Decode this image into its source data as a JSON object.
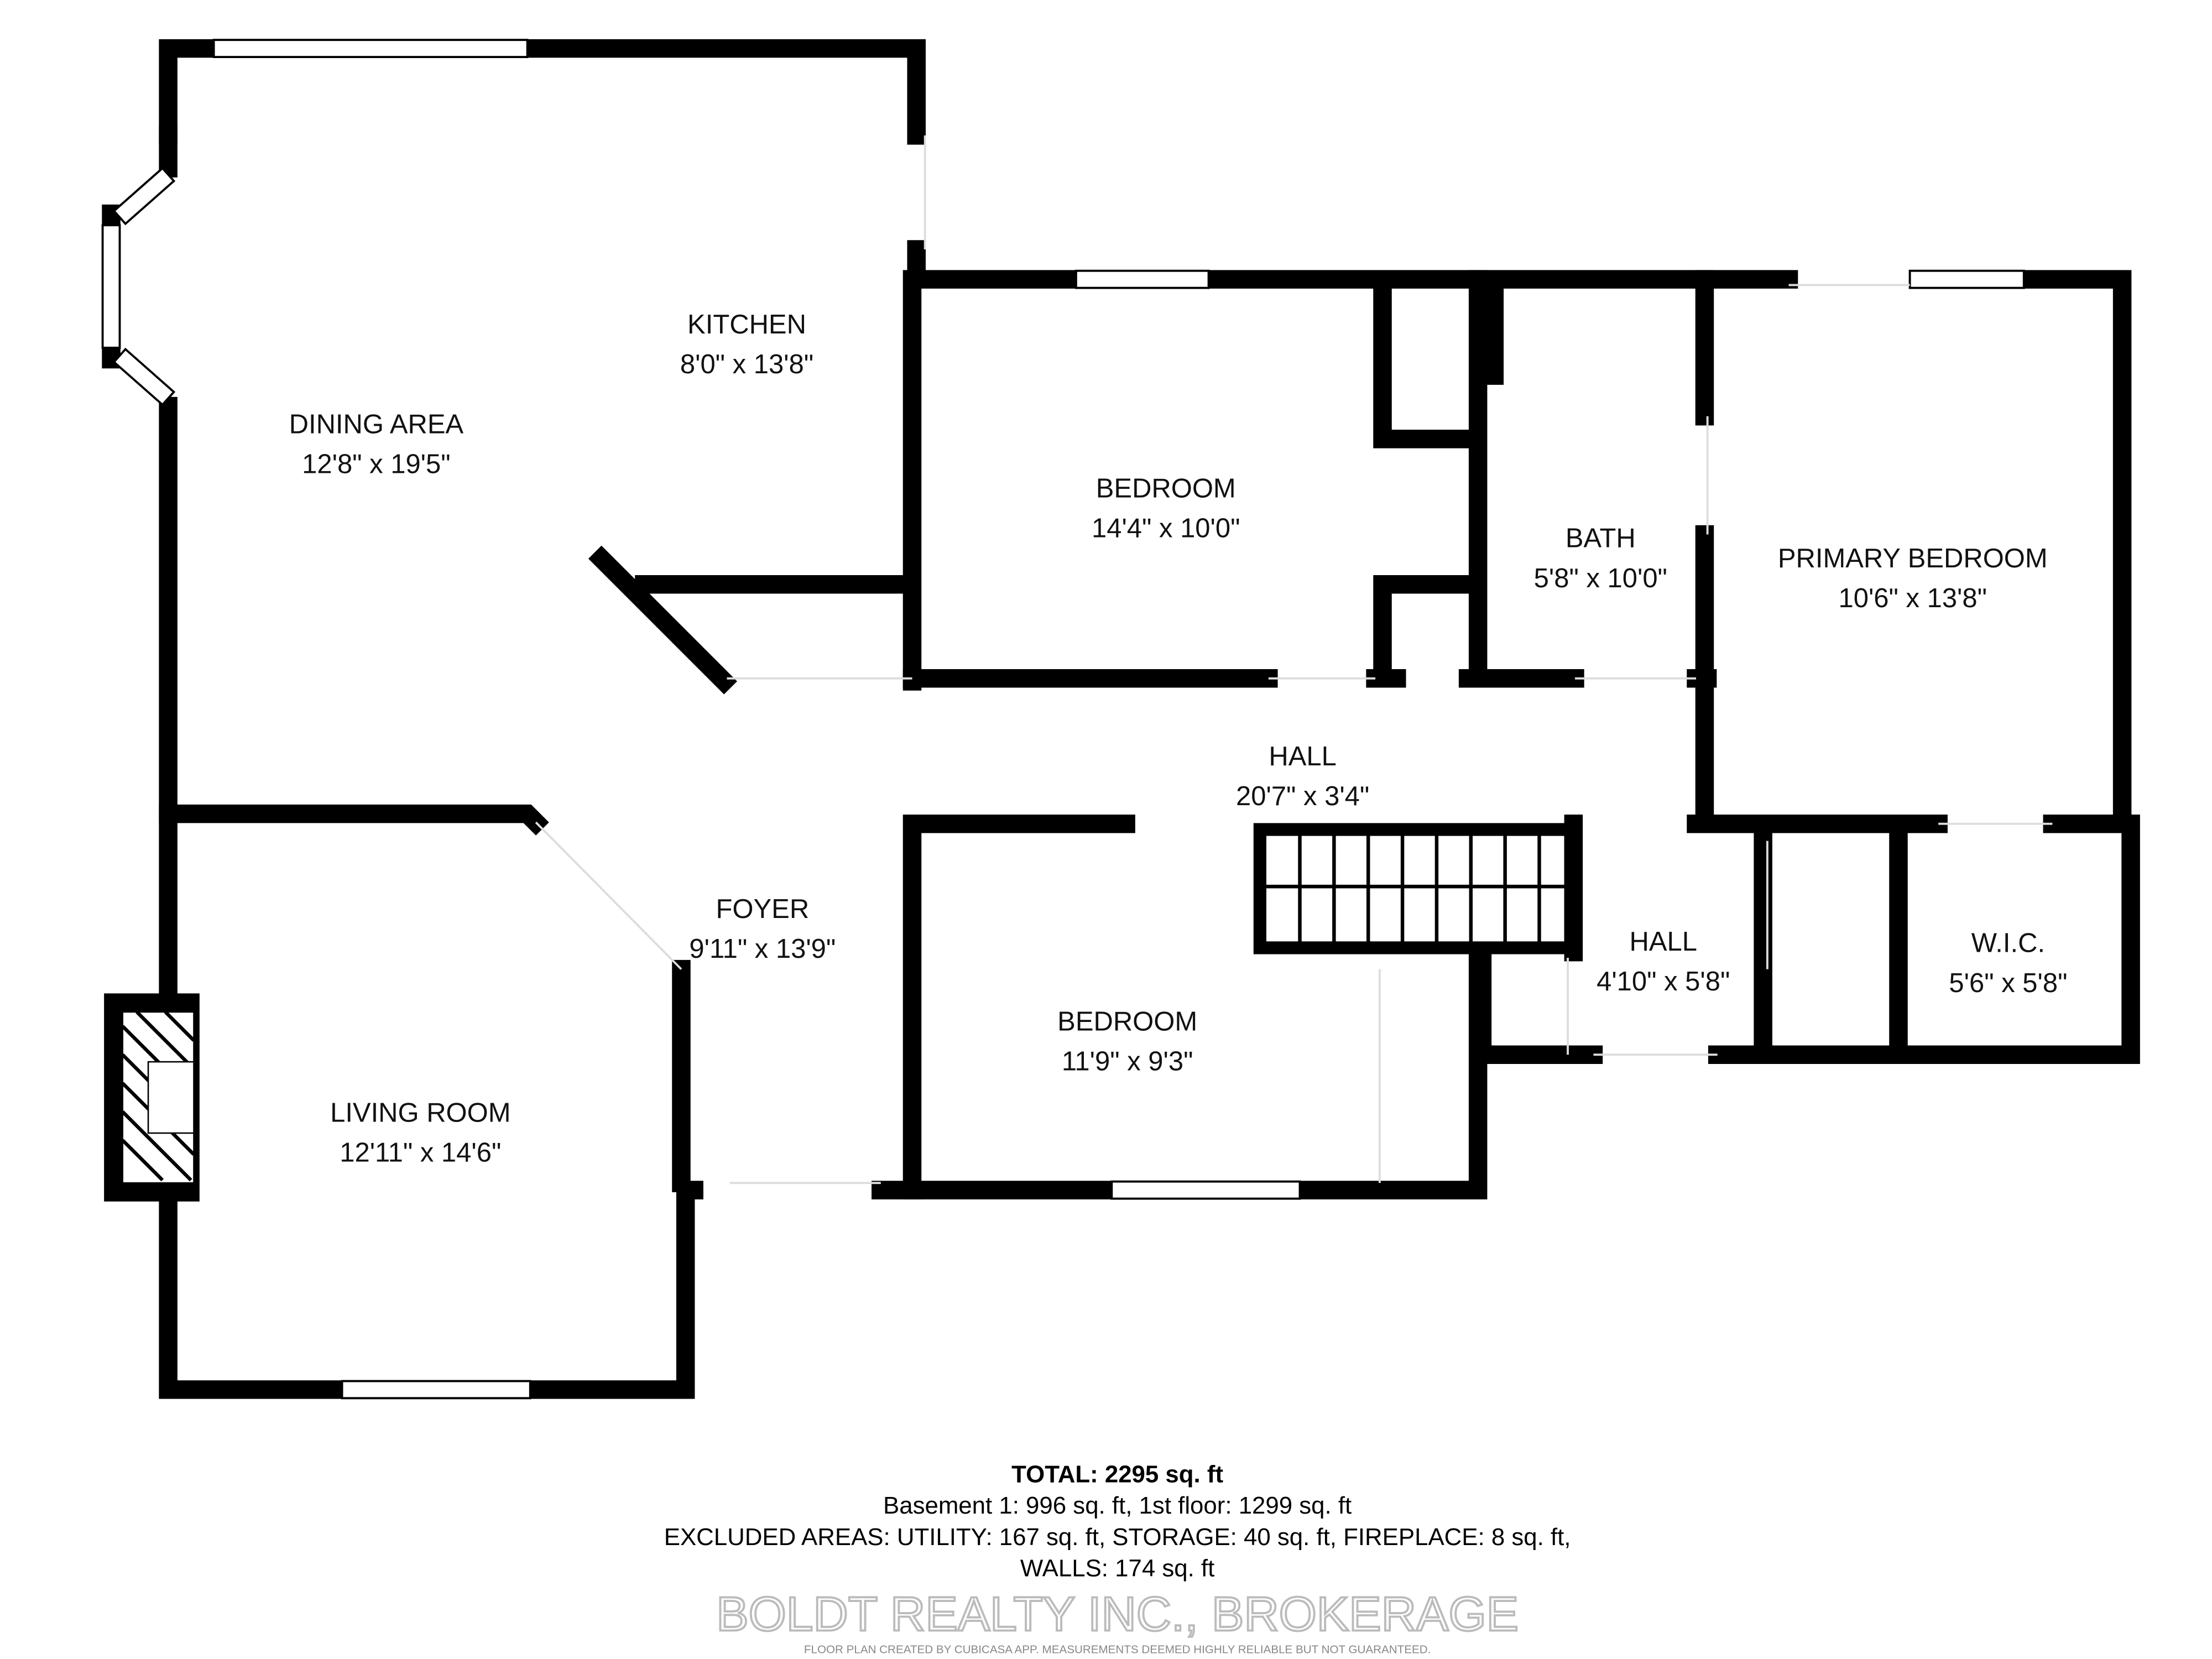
{
  "rooms": [
    {
      "name": "KITCHEN",
      "size": "8'0\" x 13'8\""
    },
    {
      "name": "DINING AREA",
      "size": "12'8\" x 19'5\""
    },
    {
      "name": "BEDROOM",
      "size": "14'4\" x 10'0\""
    },
    {
      "name": "BATH",
      "size": "5'8\" x 10'0\""
    },
    {
      "name": "PRIMARY BEDROOM",
      "size": "10'6\" x 13'8\""
    },
    {
      "name": "HALL",
      "size": "20'7\" x 3'4\""
    },
    {
      "name": "FOYER",
      "size": "9'11\" x 13'9\""
    },
    {
      "name": "BEDROOM",
      "size": "11'9\" x 9'3\""
    },
    {
      "name": "HALL",
      "size": "4'10\" x 5'8\""
    },
    {
      "name": "W.I.C.",
      "size": "5'6\" x 5'8\""
    },
    {
      "name": "LIVING ROOM",
      "size": "12'11\" x 14'6\""
    }
  ],
  "summary": {
    "total": "TOTAL: 2295 sq. ft",
    "floors": "Basement 1: 996 sq. ft, 1st floor: 1299 sq. ft",
    "excluded": "EXCLUDED AREAS: UTILITY: 167 sq. ft, STORAGE: 40 sq. ft, FIREPLACE: 8 sq. ft,",
    "walls": "WALLS: 174 sq. ft"
  },
  "watermark": {
    "brand": "BOLDT REALTY INC., BROKERAGE",
    "disclaimer": "FLOOR PLAN CREATED BY CUBICASA APP. MEASUREMENTS DEEMED HIGHLY RELIABLE BUT NOT GUARANTEED."
  }
}
